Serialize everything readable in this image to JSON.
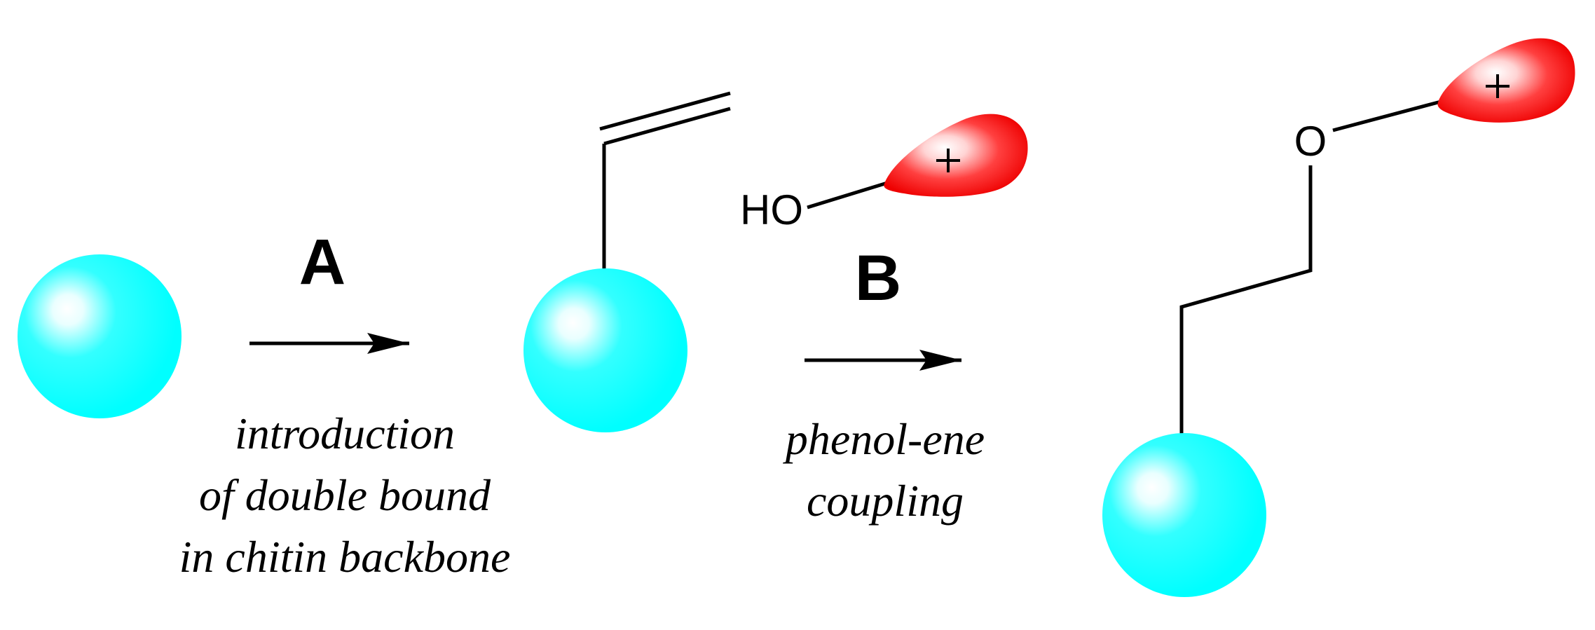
{
  "step_a": {
    "label": "A",
    "caption": [
      "introduction",
      "of double bound",
      "in chitin backbone"
    ]
  },
  "step_b": {
    "label": "B",
    "caption": [
      "phenol-ene",
      "coupling"
    ]
  },
  "atoms": {
    "hydroxyl": "HO",
    "ether_oxygen": "O"
  },
  "colors": {
    "chitin_bead": "#00ffff",
    "chitin_highlight": "#ffffff",
    "phenol_fill": "#ff0000",
    "phenol_highlight": "#ffffff",
    "ink": "#000000"
  },
  "icons": {
    "bead": "chitin-bead-icon",
    "phenol": "cationic-phenol-moiety-icon",
    "arrow": "reaction-arrow-icon"
  }
}
